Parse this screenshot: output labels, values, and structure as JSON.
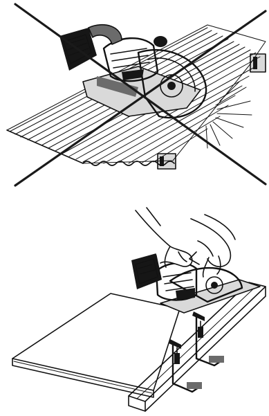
{
  "figures": [
    {
      "id": "incorrect-cutting-corrugated-sheet",
      "icon": "prohibited-x-icon",
      "marking": "crossed-out"
    },
    {
      "id": "correct-cutting-clamped-board",
      "icon": "clamp-icon",
      "marking": "none"
    }
  ],
  "colors": {
    "line": "#111111",
    "background": "#ffffff",
    "shading": "#6b6b6b"
  }
}
